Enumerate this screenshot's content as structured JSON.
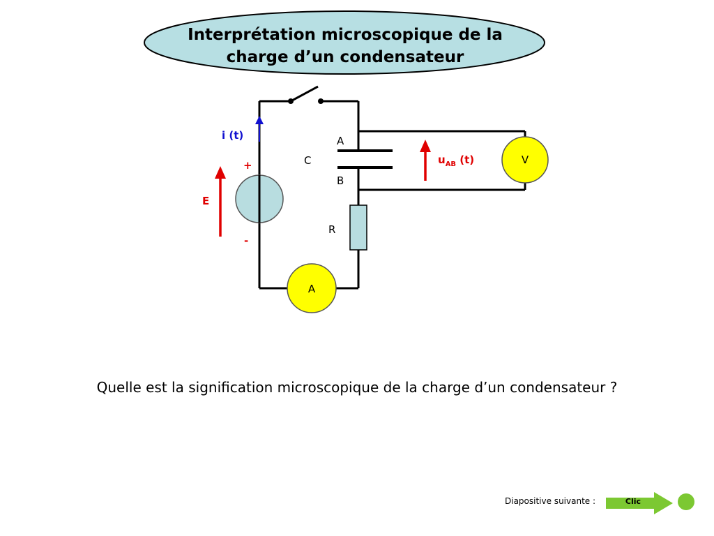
{
  "slide": {
    "title": "Interprétation microscopique de la charge d’un condensateur",
    "question": "Quelle est la signification microscopique de la charge d’un condensateur ?"
  },
  "circuit": {
    "current_label": "i (t)",
    "generator_plus": "+",
    "generator_minus": "-",
    "emf_label": "E",
    "capacitor_label": "C",
    "plate_a_label": "A",
    "plate_b_label": "B",
    "resistor_label": "R",
    "voltage_label_main": "u",
    "voltage_label_sub": "AB",
    "voltage_label_suffix": " (t)",
    "voltmeter_label": "V",
    "ammeter_label": "A"
  },
  "navigation": {
    "next_label": "Diapositive suivante :",
    "next_button": "Clic"
  },
  "colors": {
    "title_ellipse_fill": "#b7dfe3",
    "meter_fill": "#ffff00",
    "generator_fill": "#b8dde0",
    "resistor_fill": "#b8dde0",
    "arrow_red": "#e00000",
    "arrow_blue": "#1010d0",
    "next_arrow_green": "#7cc832"
  }
}
